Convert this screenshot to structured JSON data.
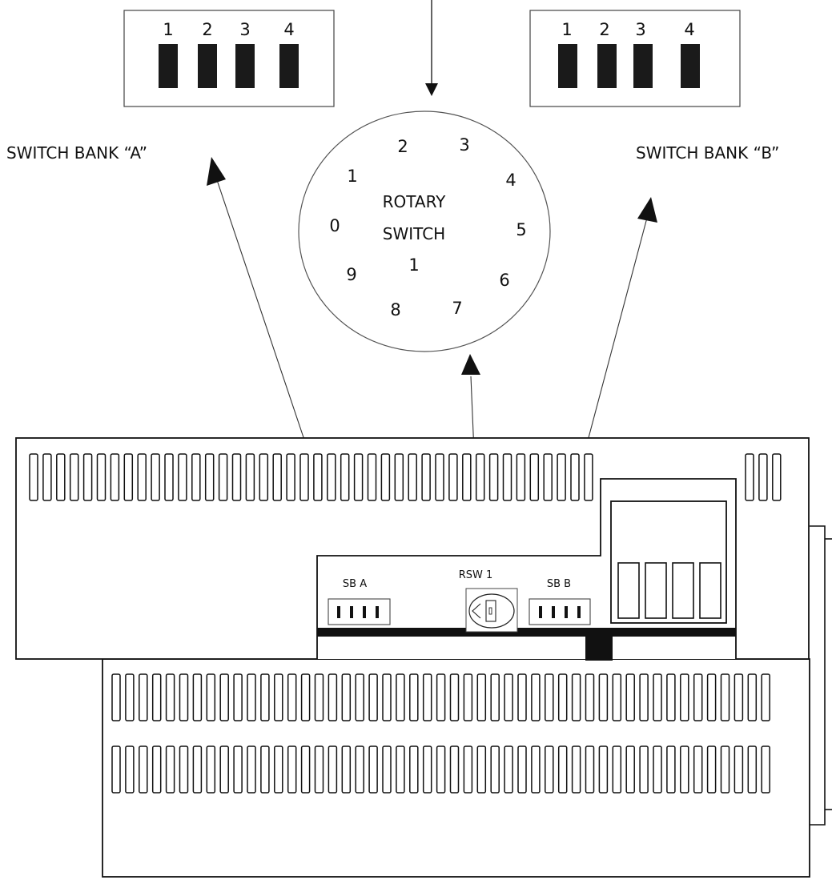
{
  "switch_bank_a": {
    "label": "SWITCH BANK “A”",
    "positions": [
      "1",
      "2",
      "3",
      "4"
    ]
  },
  "switch_bank_b": {
    "label": "SWITCH BANK “B”",
    "positions": [
      "1",
      "2",
      "3",
      "4"
    ]
  },
  "rotary_switch": {
    "title_line1": "ROTARY",
    "title_line2": "SWITCH",
    "dial_numbers": [
      "2",
      "3",
      "1",
      "4",
      "0",
      "5",
      "9",
      "1",
      "6",
      "8",
      "7"
    ]
  },
  "board": {
    "sb_a_label": "SB A",
    "rsw_label": "RSW 1",
    "sb_b_label": "SB B"
  },
  "colors": {
    "ink": "#111111",
    "fill": "#1a1a1a",
    "background": "#ffffff"
  }
}
